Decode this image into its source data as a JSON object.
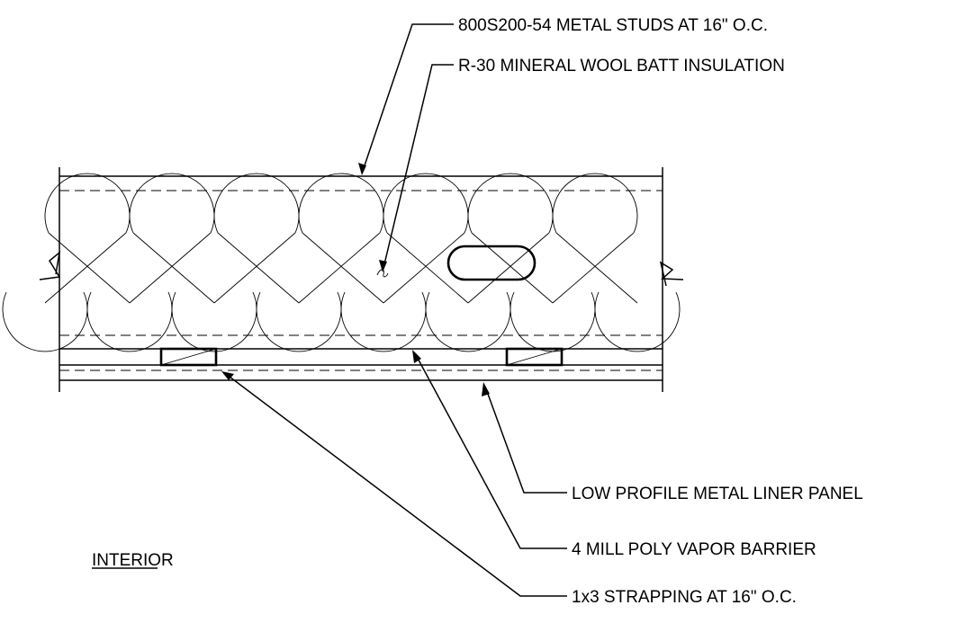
{
  "diagram": {
    "labels": {
      "metal_studs": "800S200-54 METAL STUDS AT 16\" O.C.",
      "insulation": "R-30 MINERAL WOOL BATT INSULATION",
      "liner_panel": "LOW PROFILE METAL LINER PANEL",
      "vapor_barrier": "4 MILL POLY VAPOR BARRIER",
      "strapping": "1x3 STRAPPING AT 16\" O.C.",
      "interior": "INTERIOR"
    }
  }
}
